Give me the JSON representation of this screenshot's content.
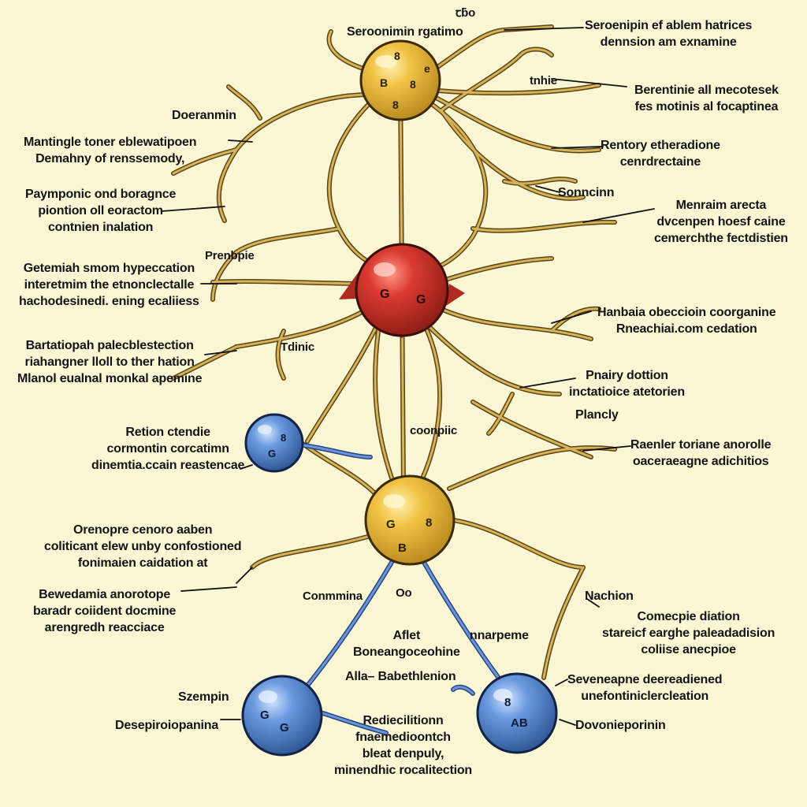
{
  "colors": {
    "background": "#fbf6d4",
    "dendrite": "#6b5318",
    "dendrite_fill": "#c9a54a",
    "leader": "#111111",
    "axon_blue": "#3c66b8",
    "neuron_yellow": "#e9b437",
    "neuron_red": "#d23a2e",
    "neuron_blue": "#5b8ed6"
  },
  "neurons": [
    {
      "id": "top-yellow",
      "color": "yellow",
      "glyphs": [
        "8",
        "B",
        "8",
        "e",
        "8"
      ]
    },
    {
      "id": "center-red",
      "color": "red",
      "glyphs": [
        "G",
        "G"
      ]
    },
    {
      "id": "left-blue",
      "color": "blue",
      "glyphs": [
        "G",
        "8"
      ]
    },
    {
      "id": "lower-yellow",
      "color": "yellow",
      "glyphs": [
        "G",
        "8",
        "B"
      ]
    },
    {
      "id": "bottom-left-blue",
      "color": "blue",
      "glyphs": [
        "G",
        "G"
      ]
    },
    {
      "id": "bottom-right-blue",
      "color": "blue",
      "glyphs": [
        "8",
        "AB"
      ]
    }
  ],
  "labels": {
    "top_center": [
      "Seroonimin rgatimo"
    ],
    "top_tiny": [
      "ꞇƃo"
    ],
    "top_right": [
      "Seroenipin ef ablem hatrices",
      "dennsion am exnamine"
    ],
    "tnhie": [
      "tnhie"
    ],
    "right_1": [
      "Berentinie all mecotesek",
      "fes motinis al focaptinea"
    ],
    "doeranmin": [
      "Doeranmin"
    ],
    "left_1": [
      "Mantingle toner eblewatipoen",
      "Demahny of renssemody,"
    ],
    "right_2": [
      "Rentory etheradione",
      "cenrdrectaine"
    ],
    "sonncinn": [
      "Sonncinn"
    ],
    "left_2": [
      "Paymponic ond boragnce",
      "piontion oll eoractom",
      "contnien inalation"
    ],
    "right_3": [
      "Menraim arecta",
      "dvcenpen hoesf caine",
      "cemerchthe fectdistien"
    ],
    "prenbpie": [
      "Prenbpie"
    ],
    "left_3": [
      "Getemiah smom hypeccation",
      "interetmim the etnonclectalle",
      "hachodesinedi. ening ecaliiess"
    ],
    "right_4": [
      "Hanbaia obeccioin coorganine",
      "Rneachiai.com cedation"
    ],
    "tdinic": [
      "Tdinic"
    ],
    "left_4": [
      "Bartatiopah palecblestection",
      "riahangner lloll to ther hation",
      "Mlanol eualnal monkal apemine"
    ],
    "right_5": [
      "Pnairy dottion",
      "inctatioice atetorien"
    ],
    "plancly": [
      "Plancly"
    ],
    "coonpiic": [
      "coonpiic"
    ],
    "left_5": [
      "Retion ctendie",
      "cormontin corcatimn",
      "dinemtia.ccain reastencae"
    ],
    "right_6": [
      "Raenler toriane anorolle",
      "oaceraeagne adichitios"
    ],
    "left_6": [
      "Orenopre cenoro aaben",
      "coliticant elew unby confostioned",
      "fonimaien caidation at"
    ],
    "left_7": [
      "Bewedamia anorotope",
      "baradr coiident docmine",
      "arengredh reacciace"
    ],
    "conmmina": [
      "Conmmina"
    ],
    "oo": [
      "Oo"
    ],
    "nachion": [
      "Nachion"
    ],
    "right_7": [
      "Comecpie diation",
      "stareicf earghe paleadadision",
      "coliise anecpioe"
    ],
    "mid_a": [
      "Aflet",
      "Boneangoceohine"
    ],
    "naperne": [
      "nnarpeme"
    ],
    "alla": [
      "Alla– Babethlenion"
    ],
    "right_8": [
      "Seveneapne deereadiened",
      "unefontiniclercleation"
    ],
    "szempin": [
      "Szempin"
    ],
    "desep": [
      "Desepiroiopanina"
    ],
    "bottom_center": [
      "Rediecilitionn",
      "fnaemedioontch",
      "bleat denpuly,",
      "minendhic rocalitection"
    ],
    "dovon": [
      "Dovonieporinin"
    ]
  }
}
